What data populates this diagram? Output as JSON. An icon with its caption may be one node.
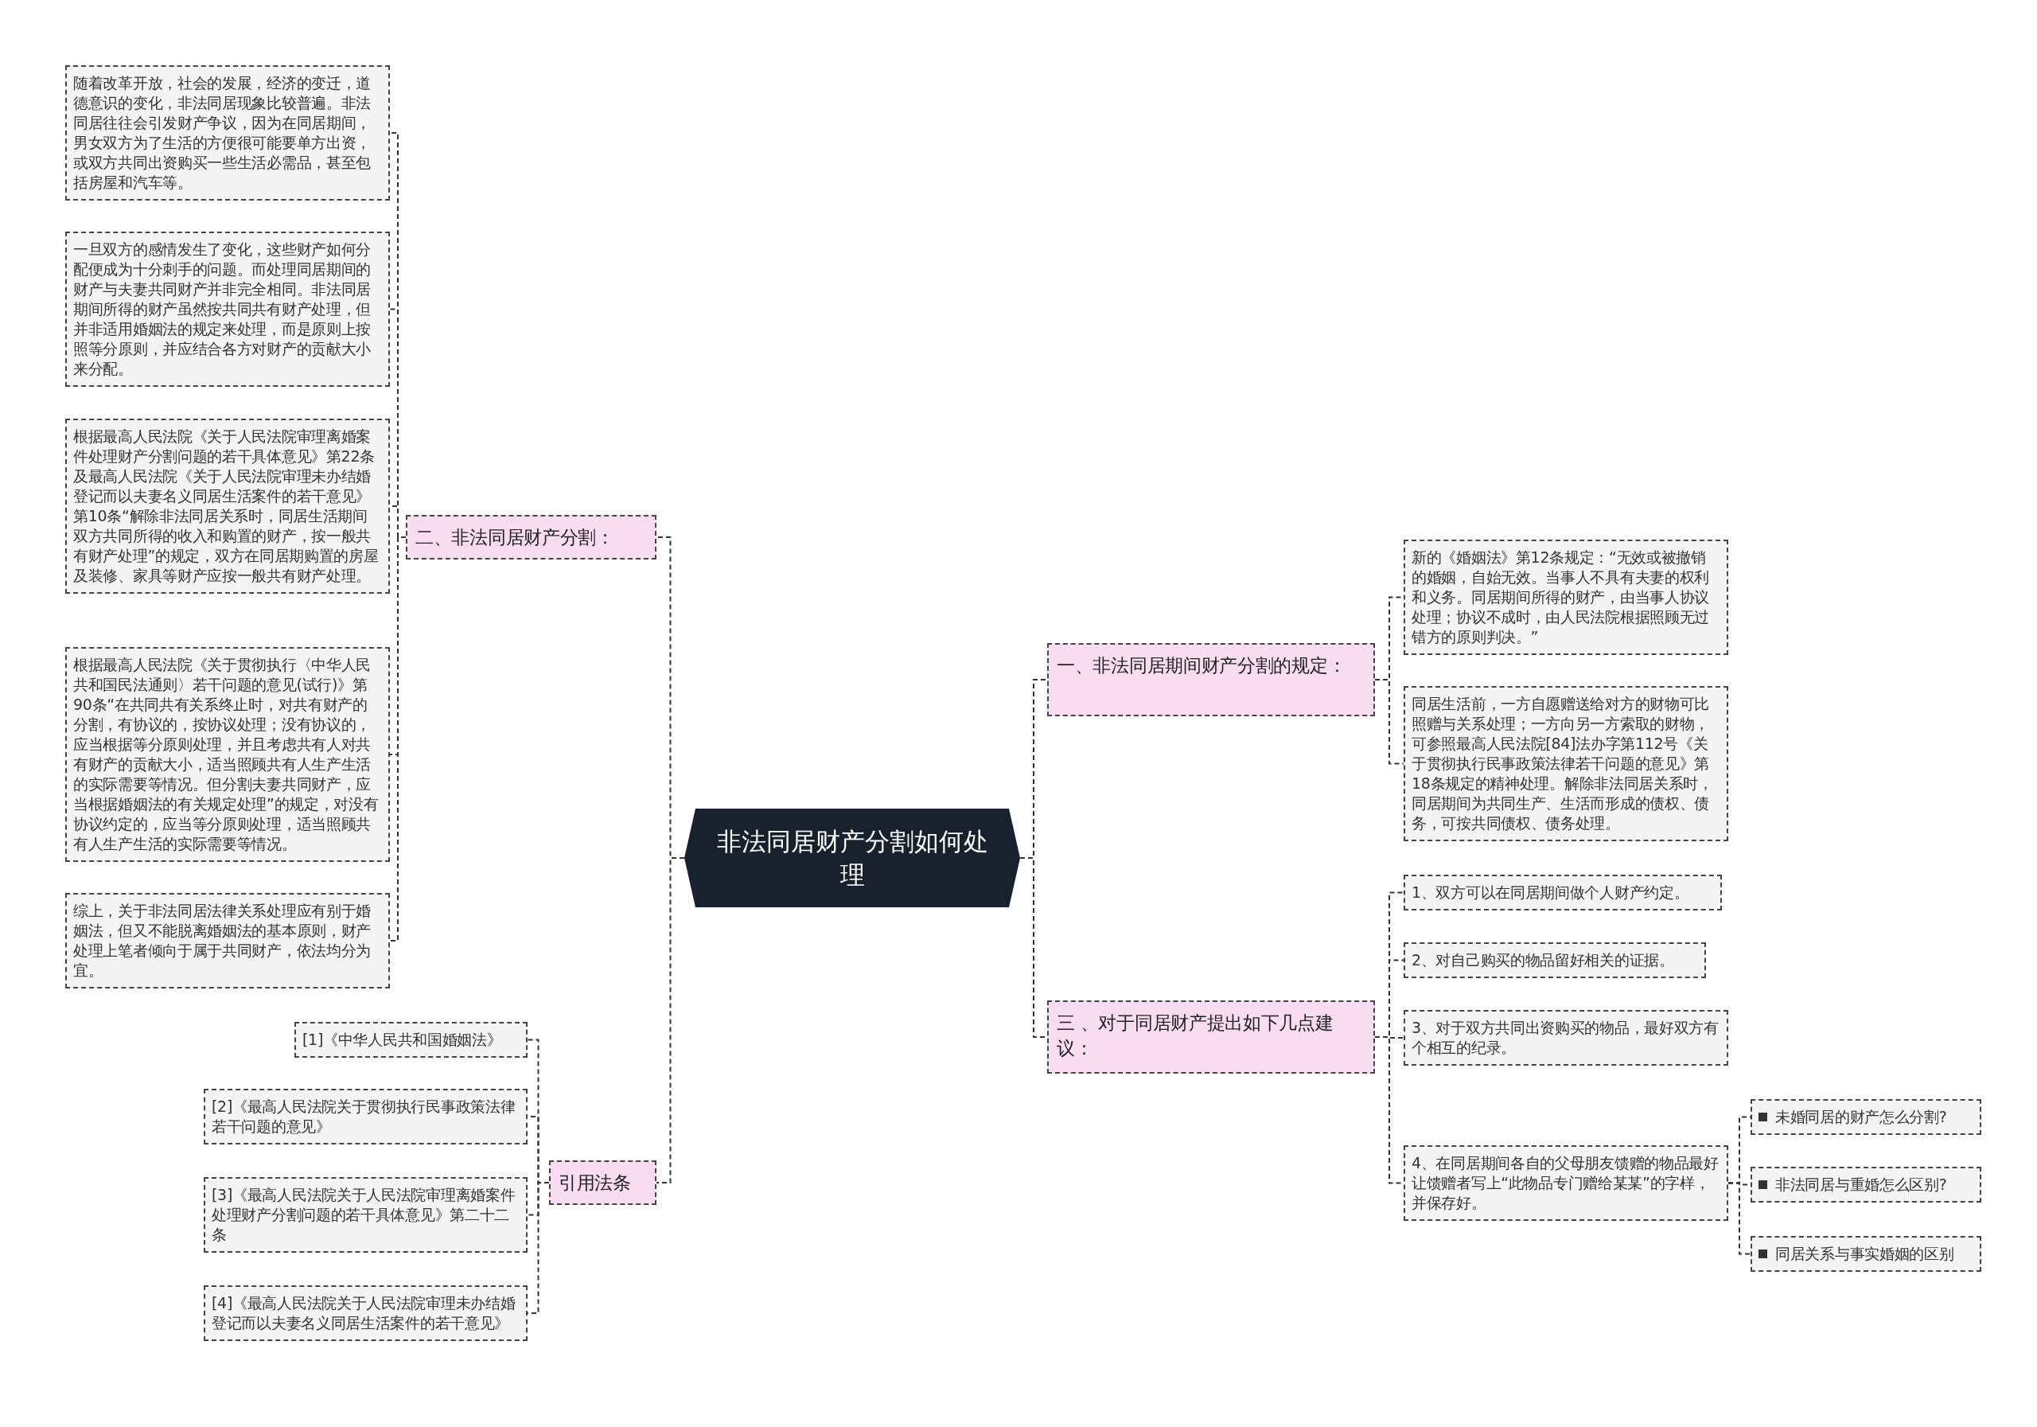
{
  "diagram": {
    "nodes": [
      {
        "text": [
          "非法同居财产分割如何处理"
        ]
      },
      {
        "text": [
          "一、非法同居期间财产分割的规定："
        ]
      },
      {
        "text": [
          "新的《婚姻法》第12条规定：“无效或被撤销的婚姻，自始无效。当事人不具有夫妻的权利和义务。同居期间所得的财产，由当事人协议处理；协议不成时，由人民法院根据照顾无过错方的原则判决。”"
        ]
      },
      {
        "text": [
          "同居生活前，一方自愿赠送给对方的财物可比照赠与关系处理；一方向另一方索取的财物，可参照最高人民法院[84]法办字第112号《关于贯彻执行民事政策法律若干问题的意见》第18条规定的精神处理。解除非法同居关系时，同居期间为共同生产、生活而形成的债权、债务，可按共同债权、债务处理。"
        ]
      },
      {
        "text": [
          "三 、对于同居财产提出如下几点建议："
        ]
      },
      {
        "text": [
          "1、双方可以在同居期间做个人财产约定。"
        ]
      },
      {
        "text": [
          "2、对自己购买的物品留好相关的证据。"
        ]
      },
      {
        "text": [
          "3、对于双方共同出资购买的物品，最好双方有个相互的纪录。"
        ]
      },
      {
        "text": [
          "4、在同居期间各自的父母朋友馈赠的物品最好让馈赠者写上“此物品专门赠给某某”的字样，并保存好。"
        ]
      },
      {
        "text": [
          "未婚同居的财产怎么分割?"
        ]
      },
      {
        "text": [
          "非法同居与重婚怎么区别?"
        ]
      },
      {
        "text": [
          "同居关系与事实婚姻的区别"
        ]
      },
      {
        "text": [
          "二、非法同居财产分割："
        ]
      },
      {
        "text": [
          "随着改革开放，社会的发展，经济的变迁，道德意识的变化，非法同居现象比较普遍。非法同居往往会引发财产争议，因为在同居期间，男女双方为了生活的方便很可能要单方出资，或双方共同出资购买一些生活必需品，甚至包括房屋和汽车等。"
        ]
      },
      {
        "text": [
          "一旦双方的感情发生了变化，这些财产如何分配便成为十分刺手的问题。而处理同居期间的财产与夫妻共同财产并非完全相同。非法同居期间所得的财产虽然按共同共有财产处理，但并非适用婚姻法的规定来处理，而是原则上按照等分原则，并应结合各方对财产的贡献大小来分配。"
        ]
      },
      {
        "text": [
          "根据最高人民法院《关于人民法院审理离婚案件处理财产分割问题的若干具体意见》第22条及最高人民法院《关于人民法院审理未办结婚登记而以夫妻名义同居生活案件的若干意见》第10条“解除非法同居关系时，同居生活期间双方共同所得的收入和购置的财产，按一般共有财产处理”的规定，双方在同居期购置的房屋及装修、家具等财产应按一般共有财产处理。"
        ]
      },
      {
        "text": [
          "根据最高人民法院《关于贯彻执行〈中华人民共和国民法通则〉若干问题的意见(试行)》第90条“在共同共有关系终止时，对共有财产的分割，有协议的，按协议处理；没有协议的，应当根据等分原则处理，并且考虑共有人对共有财产的贡献大小，适当照顾共有人生产生活的实际需要等情况。但分割夫妻共同财产，应当根据婚姻法的有关规定处理”的规定，对没有协议约定的，应当等分原则处理，适当照顾共有人生产生活的实际需要等情况。"
        ]
      },
      {
        "text": [
          "综上，关于非法同居法律关系处理应有别于婚姻法，但又不能脱离婚姻法的基本原则，财产处理上笔者倾向于属于共同财产，依法均分为宜。"
        ]
      },
      {
        "text": [
          "引用法条"
        ]
      },
      {
        "text": [
          "[1]《中华人民共和国婚姻法》"
        ]
      },
      {
        "text": [
          "[2]《最高人民法院关于贯彻执行民事政策法律若干问题的意见》"
        ]
      },
      {
        "text": [
          "[3]《最高人民法院关于人民法院审理离婚案件处理财产分割问题的若干具体意见》第二十二条"
        ]
      },
      {
        "text": [
          "[4]《最高人民法院关于人民法院审理未办结婚登记而以夫妻名义同居生活案件的若干意见》"
        ]
      }
    ],
    "edges": [
      {
        "from": 0,
        "to": 1,
        "arrow": "none"
      },
      {
        "from": 1,
        "to": 2,
        "arrow": "none"
      },
      {
        "from": 1,
        "to": 3,
        "arrow": "none"
      },
      {
        "from": 0,
        "to": 4,
        "arrow": "none"
      },
      {
        "from": 4,
        "to": 5,
        "arrow": "none"
      },
      {
        "from": 4,
        "to": 6,
        "arrow": "none"
      },
      {
        "from": 4,
        "to": 7,
        "arrow": "none"
      },
      {
        "from": 4,
        "to": 8,
        "arrow": "none"
      },
      {
        "from": 8,
        "to": 9,
        "arrow": "none"
      },
      {
        "from": 8,
        "to": 10,
        "arrow": "none"
      },
      {
        "from": 8,
        "to": 11,
        "arrow": "none"
      },
      {
        "from": 0,
        "to": 12,
        "arrow": "none"
      },
      {
        "from": 12,
        "to": 13,
        "arrow": "none"
      },
      {
        "from": 12,
        "to": 14,
        "arrow": "none"
      },
      {
        "from": 12,
        "to": 15,
        "arrow": "none"
      },
      {
        "from": 12,
        "to": 16,
        "arrow": "none"
      },
      {
        "from": 12,
        "to": 17,
        "arrow": "none"
      },
      {
        "from": 0,
        "to": 18,
        "arrow": "none"
      },
      {
        "from": 18,
        "to": 19,
        "arrow": "none"
      },
      {
        "from": 18,
        "to": 20,
        "arrow": "none"
      },
      {
        "from": 18,
        "to": 21,
        "arrow": "none"
      },
      {
        "from": 18,
        "to": 22,
        "arrow": "none"
      }
    ]
  }
}
